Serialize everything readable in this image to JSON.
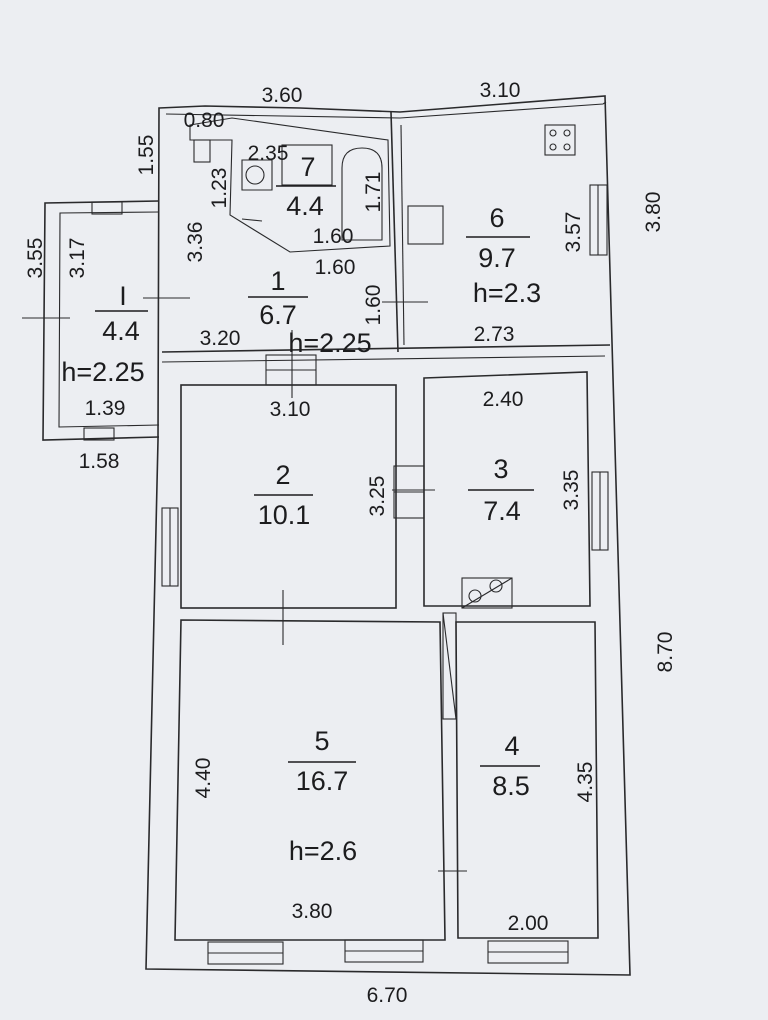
{
  "rooms": [
    {
      "number": "I",
      "area": "4.4",
      "height": "h=2.25"
    },
    {
      "number": "1",
      "area": "6.7",
      "height": "h=2.25"
    },
    {
      "number": "2",
      "area": "10.1"
    },
    {
      "number": "3",
      "area": "7.4"
    },
    {
      "number": "4",
      "area": "8.5"
    },
    {
      "number": "5",
      "area": "16.7",
      "height": "h=2.6"
    },
    {
      "number": "6",
      "area": "9.7",
      "height": "h=2.3"
    },
    {
      "number": "7",
      "area": "4.4"
    }
  ],
  "dimensions": {
    "top_left": "3.60",
    "top_right": "3.10",
    "bath_door": "0.80",
    "left_upper": "1.55",
    "left_outer": "3.55",
    "porch_inner": "3.17",
    "porch_bottom_inner": "1.39",
    "porch_bottom_outer": "1.58",
    "room7_width": "2.35",
    "room7_depth": "1.23",
    "tub_length": "1.71",
    "tub_width": "1.60",
    "room1_left": "3.36",
    "room1_inner": "1.60",
    "room1_right": "1.60",
    "room1_bottom": "3.20",
    "room6_right": "3.57",
    "room6_bottom": "2.73",
    "right_outer": "3.80",
    "room2_top": "3.10",
    "room2_side": "3.25",
    "room3_top": "2.40",
    "room3_side": "3.35",
    "total_right": "8.70",
    "room5_side": "4.40",
    "room5_bottom": "3.80",
    "room4_side": "4.35",
    "room4_bottom": "2.00",
    "total_bottom": "6.70"
  },
  "colors": {
    "paper": "#eceef2",
    "ink": "#1c1c1e",
    "wall": "#2a2a2c"
  },
  "icons": [
    "stove-icon",
    "toilet-icon",
    "sink-icon",
    "bathtub-icon",
    "boiler-icon",
    "window-icon",
    "door-mark"
  ]
}
